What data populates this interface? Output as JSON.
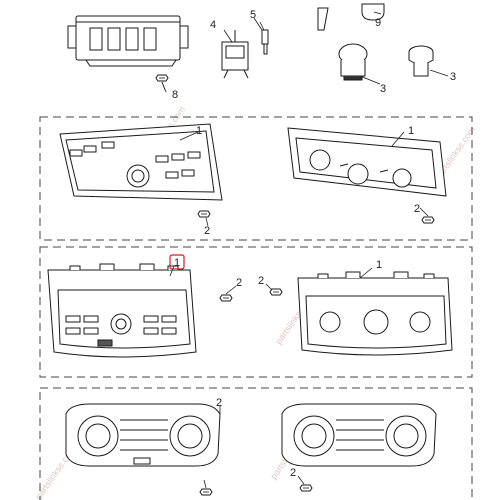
{
  "diagram": {
    "callouts": [
      {
        "id": "c-9",
        "label": "9"
      },
      {
        "id": "c-4",
        "label": "4"
      },
      {
        "id": "c-5",
        "label": "5"
      },
      {
        "id": "c-3a",
        "label": "3"
      },
      {
        "id": "c-3b",
        "label": "3"
      },
      {
        "id": "c-8",
        "label": "8"
      },
      {
        "id": "c-1a",
        "label": "1"
      },
      {
        "id": "c-1b",
        "label": "1"
      },
      {
        "id": "c-2a",
        "label": "2"
      },
      {
        "id": "c-2b",
        "label": "2"
      },
      {
        "id": "c-1c",
        "label": "1"
      },
      {
        "id": "c-2c",
        "label": "2"
      },
      {
        "id": "c-2d",
        "label": "2"
      },
      {
        "id": "c-1d",
        "label": "1"
      },
      {
        "id": "c-2e",
        "label": "2"
      },
      {
        "id": "c-2f",
        "label": "2"
      }
    ],
    "watermark": "partslinkss.com",
    "colors": {
      "line": "#1a1a1a",
      "dash": "#444444",
      "highlight": "#e0191f",
      "watermark": "#e2c6c6"
    }
  }
}
